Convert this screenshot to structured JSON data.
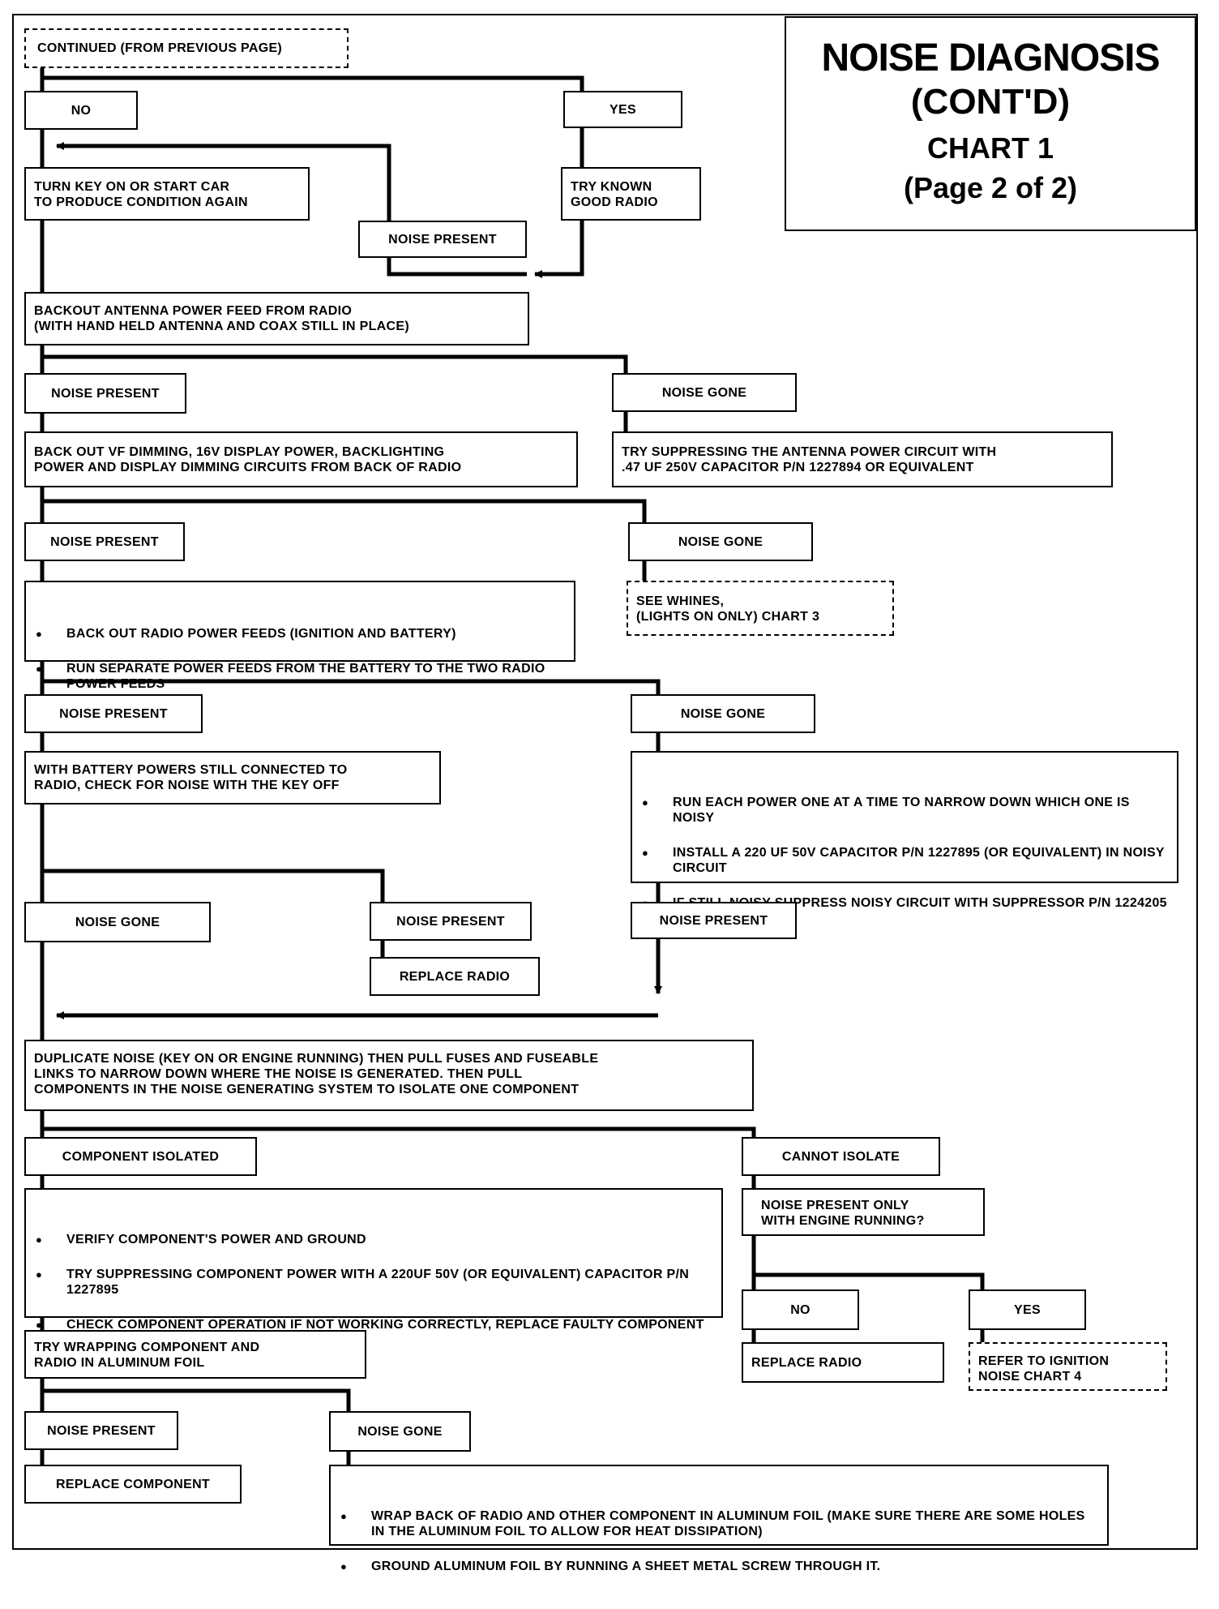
{
  "title": {
    "line1": "NOISE  DIAGNOSIS",
    "line2": "(CONT'D)",
    "line3": "CHART 1",
    "line4": "(Page 2 of 2)"
  },
  "nodes": {
    "continued": "CONTINUED (FROM PREVIOUS PAGE)",
    "no_top": "NO",
    "yes_top": "YES",
    "turn_key": "TURN KEY ON OR START CAR\nTO PRODUCE CONDITION AGAIN",
    "try_known": "TRY KNOWN\nGOOD RADIO",
    "noise_present_a": "NOISE PRESENT",
    "backout_antenna": "BACKOUT ANTENNA POWER FEED FROM RADIO\n(WITH HAND HELD ANTENNA AND COAX STILL IN PLACE)",
    "noise_present_b": "NOISE PRESENT",
    "noise_gone_b": "NOISE GONE",
    "back_out_vf": "BACK OUT VF DIMMING, 16V DISPLAY POWER, BACKLIGHTING\nPOWER AND DISPLAY DIMMING CIRCUITS FROM BACK OF RADIO",
    "try_suppress_antenna": "TRY SUPPRESSING THE ANTENNA POWER CIRCUIT WITH\n.47 UF 250V CAPACITOR P/N 1227894 OR EQUIVALENT",
    "noise_present_c": "NOISE PRESENT",
    "noise_gone_c": "NOISE GONE",
    "radio_power_bullets": [
      "BACK OUT RADIO POWER FEEDS (IGNITION AND BATTERY)",
      "RUN SEPARATE POWER FEEDS FROM THE BATTERY TO THE TWO RADIO POWER FEEDS"
    ],
    "see_whines": "SEE WHINES,\n(LIGHTS ON  ONLY) CHART 3",
    "noise_present_d": "NOISE PRESENT",
    "noise_gone_d": "NOISE GONE",
    "with_battery": "WITH BATTERY POWERS STILL CONNECTED TO\nRADIO, CHECK FOR NOISE WITH THE KEY OFF",
    "run_each_bullets": [
      "RUN EACH POWER ONE AT A TIME TO NARROW DOWN WHICH ONE IS NOISY",
      "INSTALL A 220 UF 50V CAPACITOR P/N 1227895 (OR EQUIVALENT)  IN NOISY CIRCUIT",
      "IF STILL NOISY SUPPRESS NOISY CIRCUIT WITH SUPPRESSOR P/N 1224205"
    ],
    "noise_gone_e": "NOISE GONE",
    "noise_present_e": "NOISE PRESENT",
    "noise_present_f": "NOISE PRESENT",
    "replace_radio_a": "REPLACE  RADIO",
    "duplicate_noise": "DUPLICATE NOISE (KEY ON OR ENGINE RUNNING) THEN PULL FUSES AND FUSEABLE\nLINKS TO NARROW DOWN WHERE THE NOISE IS GENERATED.  THEN PULL\nCOMPONENTS IN THE NOISE GENERATING SYSTEM TO ISOLATE ONE COMPONENT",
    "component_isolated": "COMPONENT ISOLATED",
    "cannot_isolate": "CANNOT ISOLATE",
    "verify_bullets": [
      "VERIFY COMPONENT'S POWER AND GROUND",
      "TRY SUPPRESSING COMPONENT POWER WITH A 220UF 50V (OR EQUIVALENT) CAPACITOR P/N 1227895",
      "CHECK COMPONENT OPERATION IF NOT WORKING CORRECTLY, REPLACE FAULTY COMPONENT"
    ],
    "engine_running": "NOISE PRESENT ONLY\nWITH ENGINE RUNNING?",
    "no_bottom": "NO",
    "yes_bottom": "YES",
    "try_wrapping": "TRY WRAPPING COMPONENT AND\nRADIO IN ALUMINUM FOIL",
    "replace_radio_b": "REPLACE  RADIO",
    "refer_ignition": "REFER TO IGNITION\nNOISE CHART 4",
    "noise_present_g": "NOISE PRESENT",
    "noise_gone_g": "NOISE GONE",
    "replace_component": "REPLACE  COMPONENT",
    "wrap_bullets": [
      "WRAP BACK OF RADIO AND OTHER COMPONENT IN ALUMINUM FOIL (MAKE SURE THERE ARE SOME HOLES IN THE ALUMINUM FOIL TO ALLOW FOR HEAT DISSIPATION)",
      "GROUND ALUMINUM FOIL BY RUNNING A SHEET METAL SCREW THROUGH IT."
    ]
  }
}
